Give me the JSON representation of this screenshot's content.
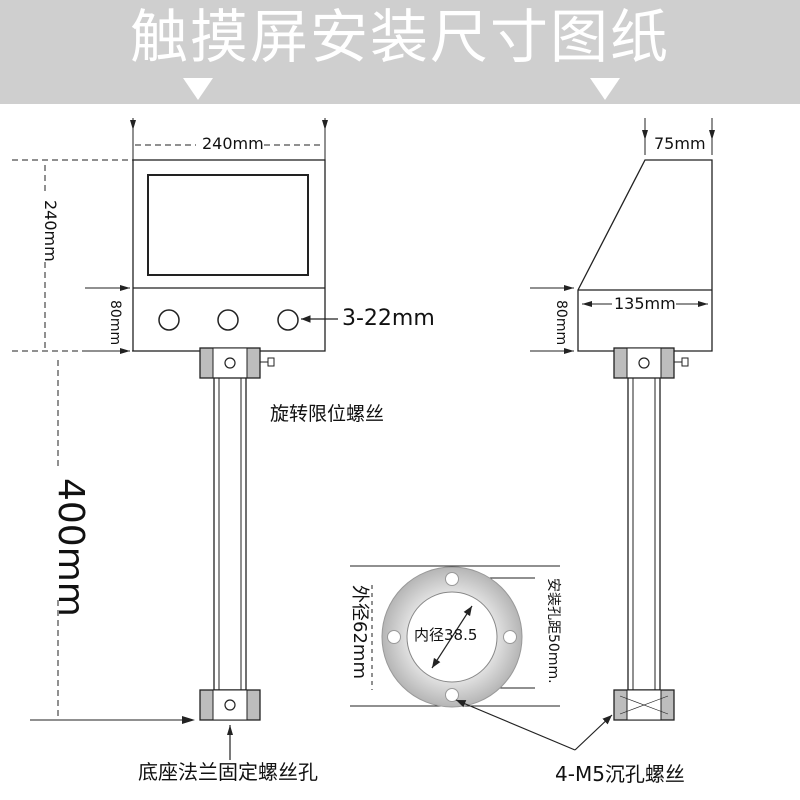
{
  "title": "触摸屏安装尺寸图纸",
  "colors": {
    "header": "#cfcfcf",
    "line": "#222222",
    "ring": "#c8c8c8",
    "bracket": "#bdbdbd"
  },
  "front_view": {
    "width_label": "240mm",
    "height_label": "240mm",
    "lower_panel_label": "80mm",
    "button_label": "3-22mm",
    "pole_label": "400mm",
    "rotation_screw_label": "旋转限位螺丝",
    "base_flange_label": "底座法兰固定螺丝孔"
  },
  "side_view": {
    "top_depth_label": "75mm",
    "bottom_depth_label": "135mm",
    "lower_height_label": "80mm"
  },
  "flange": {
    "outer_diameter_label": "外径62mm",
    "inner_diameter_label": "内径38.5",
    "hole_spacing_label": "安装孔距50mm.",
    "screw_label": "4-M5沉孔螺丝"
  }
}
